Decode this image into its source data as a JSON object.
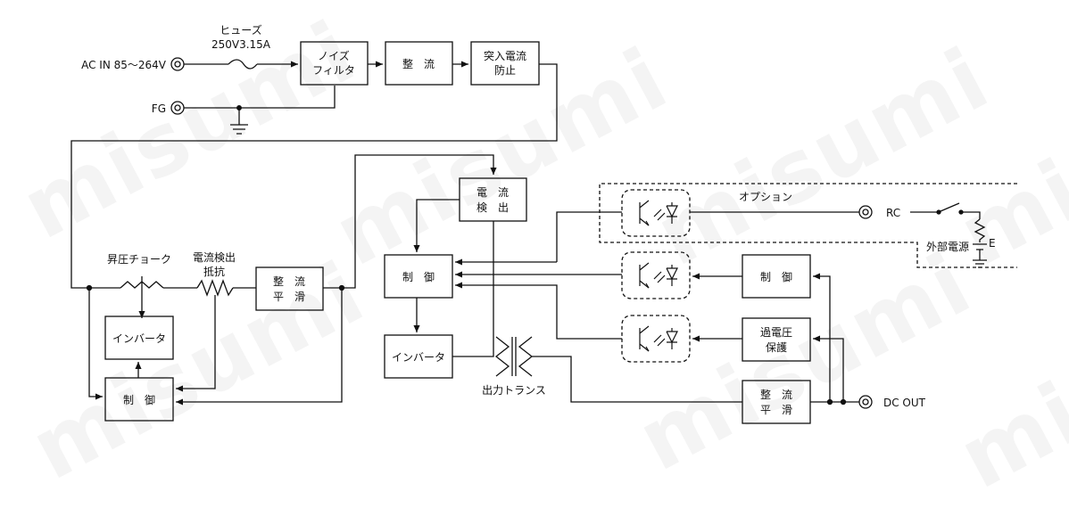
{
  "watermark": "misumi",
  "inputs": {
    "ac_in": "AC IN 85～264V",
    "fg": "FG"
  },
  "fuse": {
    "line1": "ヒューズ",
    "line2": "250V3.15A"
  },
  "blocks": {
    "noise_filter": [
      "ノイズ",
      "フィルタ"
    ],
    "rectifier_top": [
      "整　流"
    ],
    "inrush": [
      "突入電流",
      "防止"
    ],
    "current_detect": [
      "電　流",
      "検　出"
    ],
    "control_main": [
      "制　御"
    ],
    "inverter_main": [
      "インバータ"
    ],
    "inverter_left": [
      "インバータ"
    ],
    "control_left": [
      "制　御"
    ],
    "smooth_left": [
      "整　流",
      "平　滑"
    ],
    "control_right": [
      "制　御"
    ],
    "overvoltage": [
      "過電圧",
      "保護"
    ],
    "smooth_right": [
      "整　流",
      "平　滑"
    ]
  },
  "labels": {
    "choke": "昇圧チョーク",
    "shunt_line1": "電流検出",
    "shunt_line2": "抵抗",
    "transformer": "出力トランス",
    "option": "オプション",
    "rc": "RC",
    "external_power": "外部電源",
    "e": "E",
    "dc_out": "DC OUT"
  }
}
